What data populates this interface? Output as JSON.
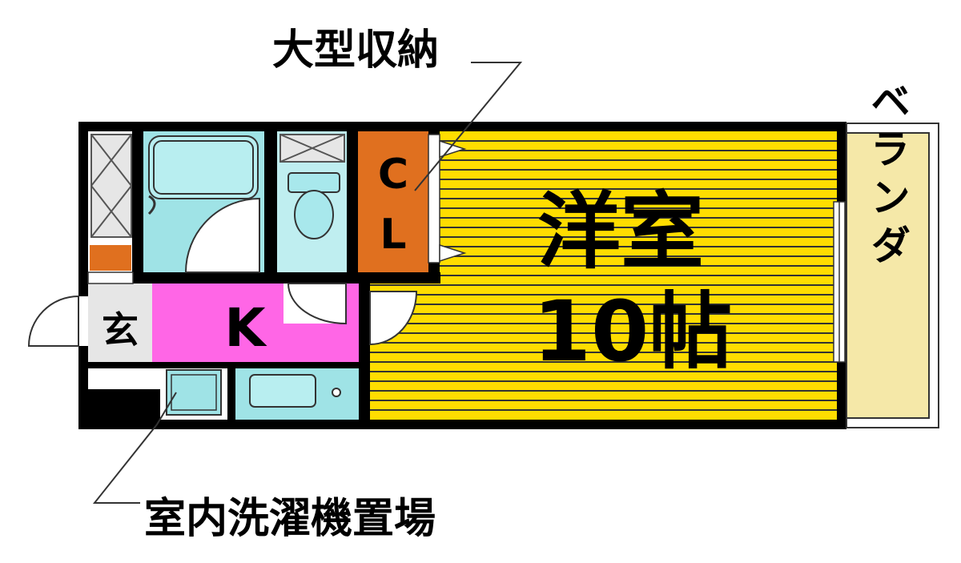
{
  "labels": {
    "large_storage": "大型収納",
    "laundry_space": "室内洗濯機置場",
    "closet_line1": "C",
    "closet_line2": "L",
    "western_room_name": "洋室",
    "western_room_size": "10帖",
    "kitchen": "K",
    "entrance": "玄",
    "balcony": "ベランダ"
  },
  "colors": {
    "western_room": "#ffdd00",
    "kitchen": "#ff66e6",
    "closet": "#e0701f",
    "bath": "#9fe3e6",
    "balcony": "#f5e8a8",
    "entrance": "#e6e6e6",
    "wall": "#000000"
  }
}
